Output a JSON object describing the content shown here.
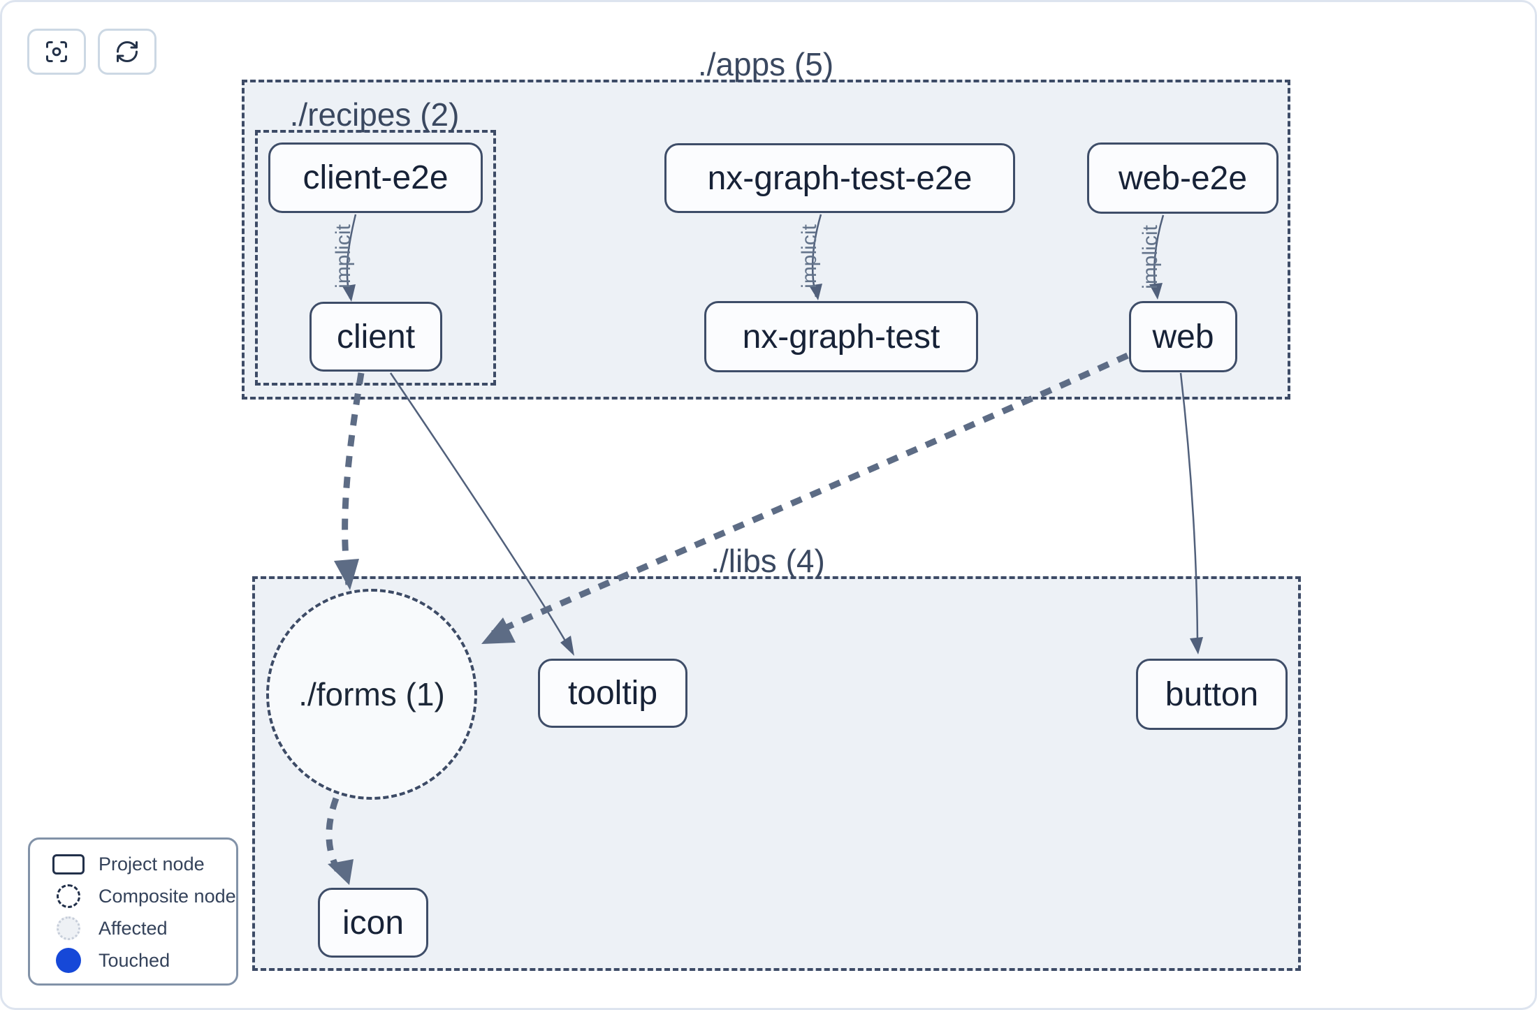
{
  "toolbar": {
    "buttons": [
      {
        "name": "focus",
        "icon": "focus-icon"
      },
      {
        "name": "refresh",
        "icon": "refresh-icon"
      }
    ]
  },
  "graph": {
    "groups": [
      {
        "id": "apps",
        "label": "./apps (5)",
        "shape": "rect"
      },
      {
        "id": "recipes",
        "label": "./recipes (2)",
        "shape": "rect"
      },
      {
        "id": "libs",
        "label": "./libs (4)",
        "shape": "rect"
      },
      {
        "id": "forms",
        "label": "./forms (1)",
        "shape": "circle"
      }
    ],
    "nodes": [
      {
        "id": "client-e2e",
        "label": "client-e2e",
        "group": "recipes"
      },
      {
        "id": "client",
        "label": "client",
        "group": "recipes"
      },
      {
        "id": "nx-graph-test-e2e",
        "label": "nx-graph-test-e2e",
        "group": "apps"
      },
      {
        "id": "nx-graph-test",
        "label": "nx-graph-test",
        "group": "apps"
      },
      {
        "id": "web-e2e",
        "label": "web-e2e",
        "group": "apps"
      },
      {
        "id": "web",
        "label": "web",
        "group": "apps"
      },
      {
        "id": "tooltip",
        "label": "tooltip",
        "group": "libs"
      },
      {
        "id": "button",
        "label": "button",
        "group": "libs"
      },
      {
        "id": "icon",
        "label": "icon",
        "group": "libs"
      }
    ],
    "edges": [
      {
        "from": "client-e2e",
        "to": "client",
        "type": "implicit",
        "label": "implicit"
      },
      {
        "from": "nx-graph-test-e2e",
        "to": "nx-graph-test",
        "type": "implicit",
        "label": "implicit"
      },
      {
        "from": "web-e2e",
        "to": "web",
        "type": "implicit",
        "label": "implicit"
      },
      {
        "from": "client",
        "to": "./forms (1)",
        "type": "thick-dashed",
        "label": ""
      },
      {
        "from": "client",
        "to": "tooltip",
        "type": "solid",
        "label": ""
      },
      {
        "from": "web",
        "to": "./forms (1)",
        "type": "thick-dashed",
        "label": ""
      },
      {
        "from": "web",
        "to": "button",
        "type": "solid",
        "label": ""
      },
      {
        "from": "./forms (1)",
        "to": "icon",
        "type": "thick-dashed",
        "label": ""
      }
    ]
  },
  "legend": {
    "items": [
      {
        "label": "Project node",
        "swatch": "project-rect-swatch"
      },
      {
        "label": "Composite node",
        "swatch": "composite-circle-swatch"
      },
      {
        "label": "Affected",
        "swatch": "affected-circle-swatch"
      },
      {
        "label": "Touched",
        "swatch": "touched-circle-swatch"
      }
    ]
  },
  "colors": {
    "touched": "#1648d8",
    "container_fill": "#edf1f6",
    "dashed_border": "#3d4b66",
    "node_border": "#3e4d68",
    "edge_thin": "#51607b",
    "edge_thick": "#5d6c85",
    "edge_label": "#64748b",
    "group_label": "#3a4860",
    "node_text": "#172237"
  }
}
